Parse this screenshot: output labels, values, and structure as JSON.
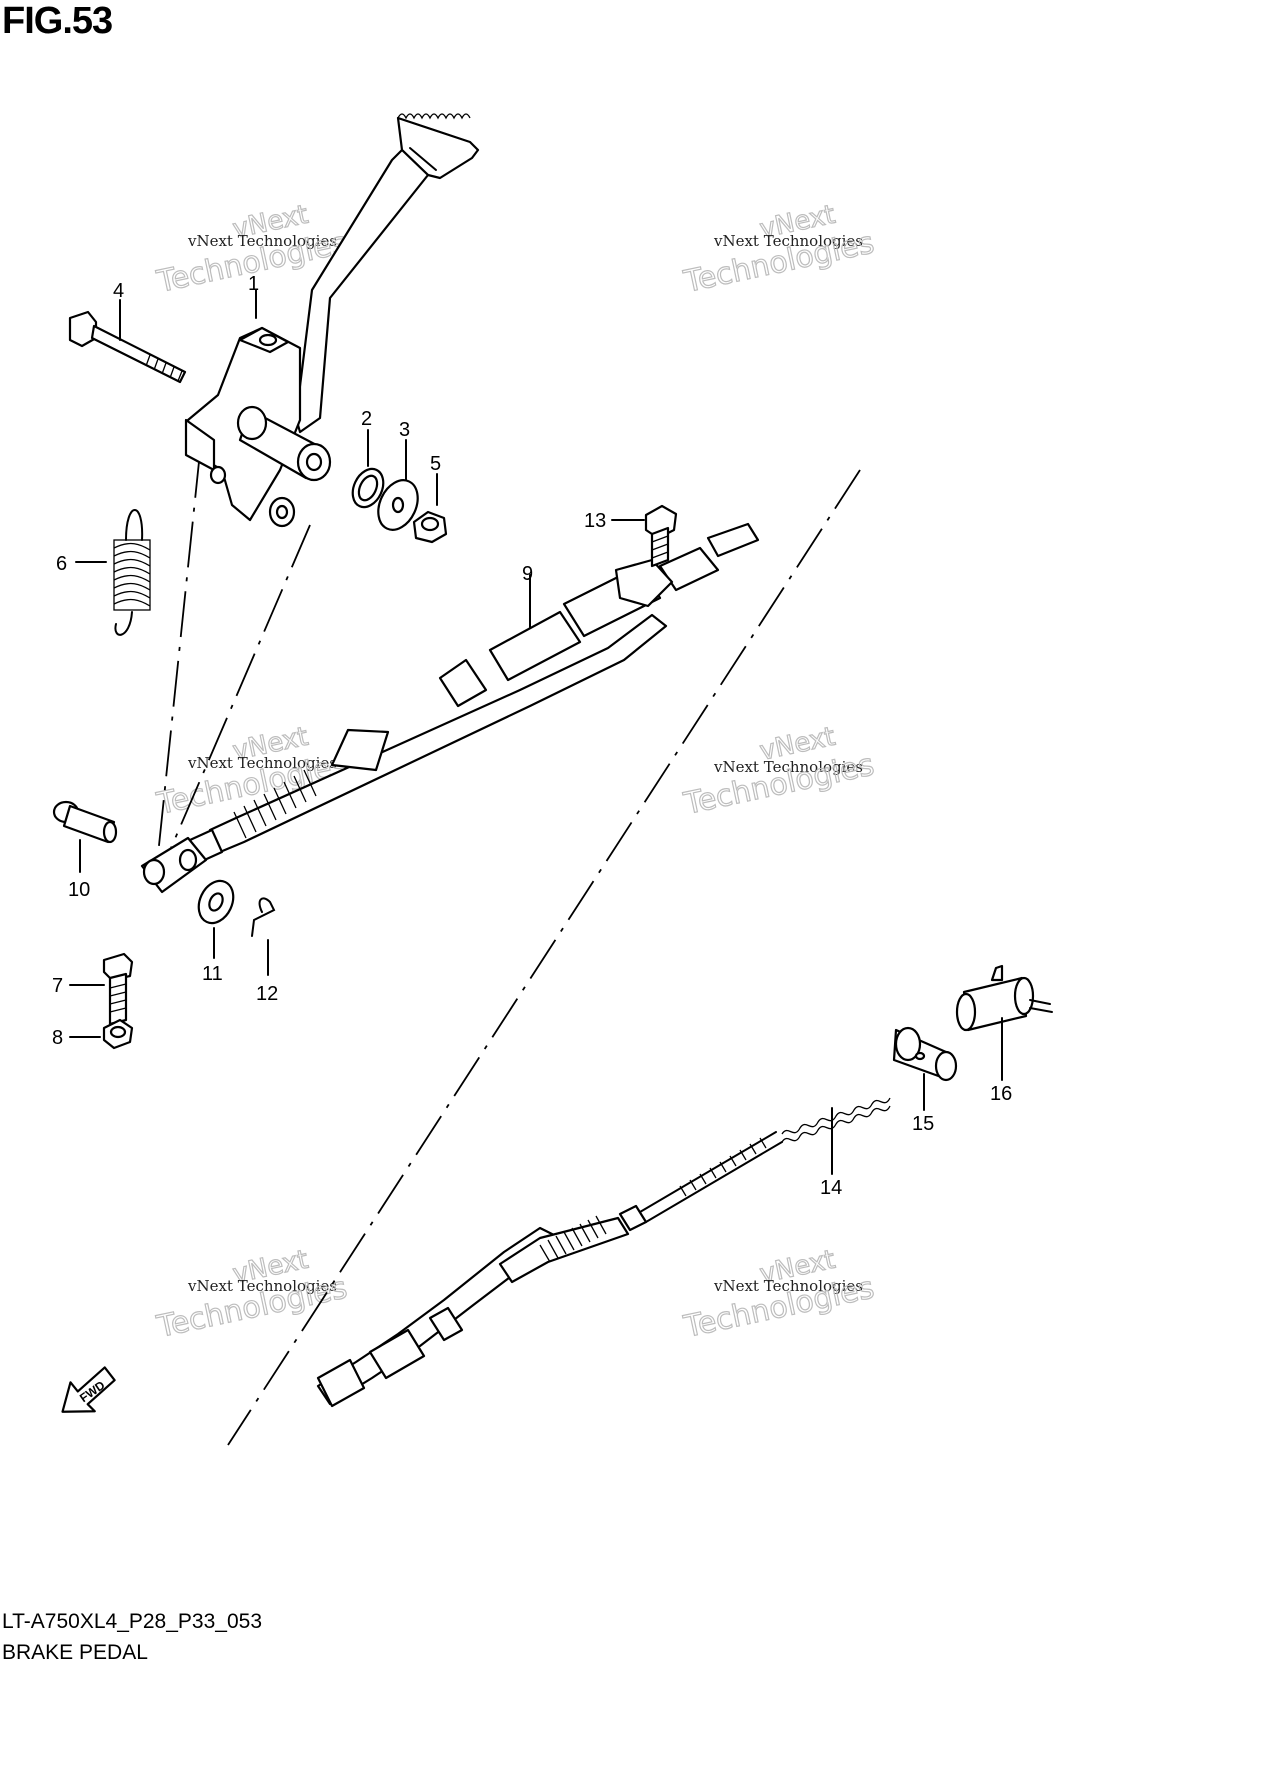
{
  "figure": {
    "title": "FIG.53",
    "code": "LT-A750XL4_P28_P33_053",
    "name": "BRAKE PEDAL"
  },
  "watermark": {
    "line1": "vNext Technologies",
    "line2": "vNext",
    "line3": "Technologies"
  },
  "fwd_label": "FWD",
  "callouts": [
    "1",
    "2",
    "3",
    "4",
    "5",
    "6",
    "7",
    "8",
    "9",
    "10",
    "11",
    "12",
    "13",
    "14",
    "15",
    "16"
  ]
}
